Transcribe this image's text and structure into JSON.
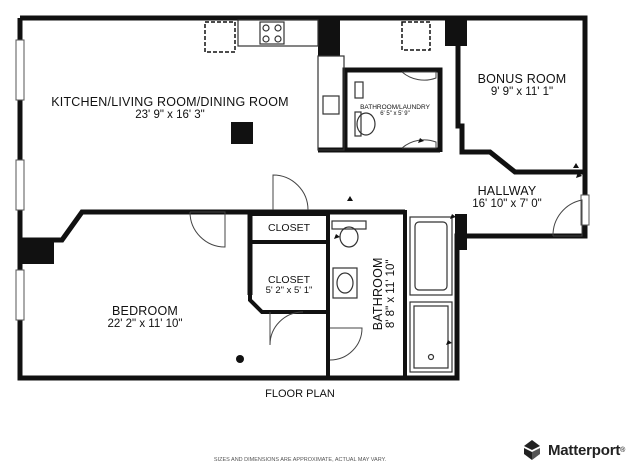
{
  "rooms": {
    "kitchen": {
      "name": "KITCHEN/LIVING ROOM/DINING ROOM",
      "dims": "23' 9\" x 16' 3\""
    },
    "bonus": {
      "name": "BONUS ROOM",
      "dims": "9' 9\" x 11' 1\""
    },
    "laundry": {
      "name": "BATHROOM/LAUNDRY",
      "dims": "6' 5\" x 5' 9\""
    },
    "hallway": {
      "name": "HALLWAY",
      "dims": "16' 10\" x 7' 0\""
    },
    "closet1": {
      "name": "CLOSET"
    },
    "closet2": {
      "name": "CLOSET",
      "dims": "5' 2\" x 5' 1\""
    },
    "bedroom": {
      "name": "BEDROOM",
      "dims": "22' 2\" x 11' 10\""
    },
    "bathroom": {
      "name": "BATHROOM",
      "dims": "8' 8\" x 11' 10\""
    }
  },
  "caption": "FLOOR PLAN",
  "disclaimer": "SIZES AND DIMENSIONS ARE APPROXIMATE, ACTUAL MAY VARY.",
  "brand": {
    "name": "Matterport",
    "mark": "®"
  },
  "colors": {
    "wall": "#111111",
    "line": "#333333",
    "background": "#ffffff"
  }
}
